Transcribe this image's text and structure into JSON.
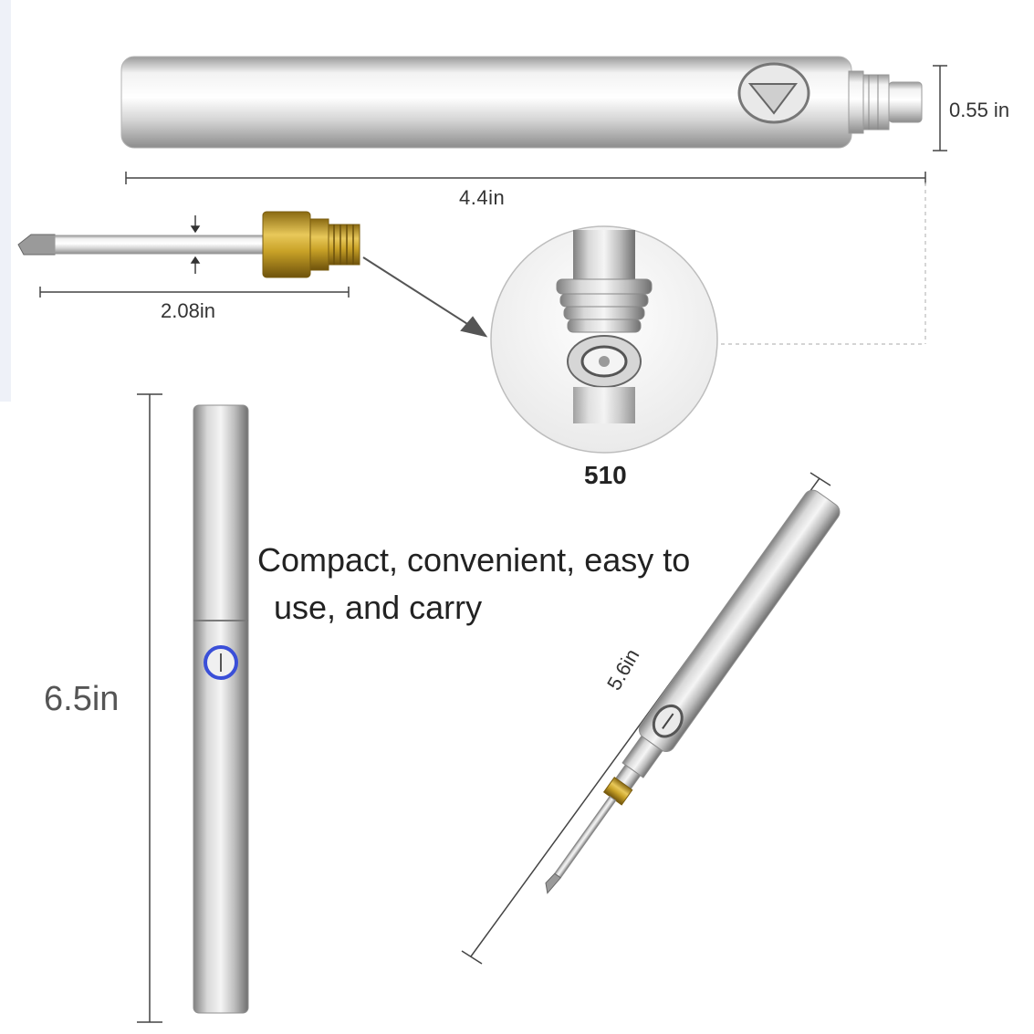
{
  "labels": {
    "top_length": "4.4in",
    "top_diameter": "0.55 in",
    "tip_length": "2.08in",
    "connector": "510",
    "tall_length": "6.5in",
    "diag_length": "5.6in",
    "tagline_line1": "Compact, convenient, easy to",
    "tagline_line2": "use, and carry"
  },
  "colors": {
    "silver_light": "#f4f4f4",
    "silver_mid": "#c9c9c9",
    "silver_dark": "#8a8a8a",
    "brass": "#c9a227",
    "button_ring": "#3a4fd8",
    "dim_line": "#444444"
  }
}
